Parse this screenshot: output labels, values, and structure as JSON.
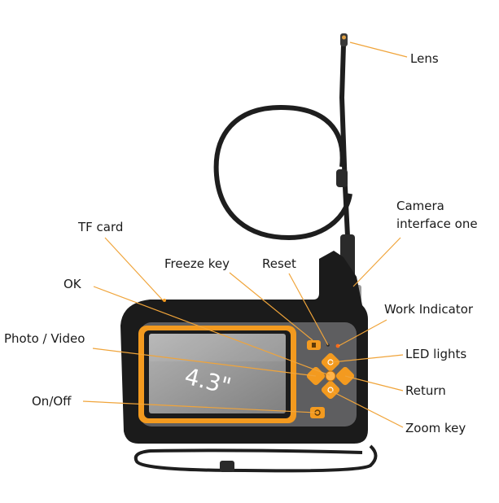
{
  "screen": {
    "size_label": "4.3\""
  },
  "callouts": {
    "lens": "Lens",
    "camera_interface_line1": "Camera",
    "camera_interface_line2": "interface one",
    "tf_card": "TF card",
    "freeze_key": "Freeze key",
    "reset": "Reset",
    "ok": "OK",
    "work_indicator": "Work Indicator",
    "photo_video": "Photo / Video",
    "led_lights": "LED lights",
    "return": "Return",
    "on_off": "On/Off",
    "zoom_key": "Zoom key"
  },
  "colors": {
    "accent_orange": "#f39a1f",
    "body_black": "#1b1b1b",
    "panel_gray": "#5e5e60",
    "leader_orange": "#f0a43a",
    "screen_gray": "#9a9a9a"
  }
}
